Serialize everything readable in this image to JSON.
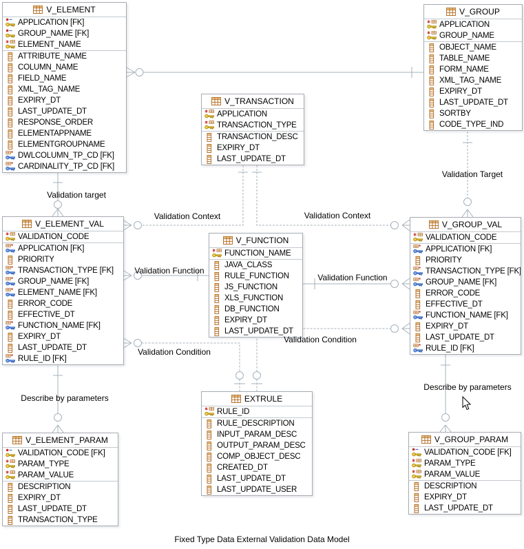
{
  "diagram": {
    "caption": "Fixed Type Data External Validation Data Model"
  },
  "colors": {
    "connector_line": "#a6b0ba",
    "entity_border": "#a5abb2",
    "separator": "#c3c9ce",
    "table_icon_brown": "#b5722d",
    "table_icon_fill": "#e7c287",
    "key_gold": "#f2cf4e",
    "key_gold_stroke": "#a8860b",
    "key_blue": "#7ea7e8",
    "key_blue_stroke": "#2b5bb8",
    "key_red": "#c92c2c"
  },
  "entities": [
    {
      "id": "v_element",
      "title": "V_ELEMENT",
      "keys": [
        {
          "icon": "pfk",
          "name": "APPLICATION [FK]"
        },
        {
          "icon": "pfk",
          "name": "GROUP_NAME [FK]"
        },
        {
          "icon": "pk",
          "name": "ELEMENT_NAME"
        }
      ],
      "columns": [
        {
          "icon": "col",
          "name": "ATTRIBUTE_NAME"
        },
        {
          "icon": "col",
          "name": "COLUMN_NAME"
        },
        {
          "icon": "col",
          "name": "FIELD_NAME"
        },
        {
          "icon": "col",
          "name": "XML_TAG_NAME"
        },
        {
          "icon": "col",
          "name": "EXPIRY_DT"
        },
        {
          "icon": "col",
          "name": "LAST_UPDATE_DT"
        },
        {
          "icon": "col",
          "name": "RESPONSE_ORDER"
        },
        {
          "icon": "col",
          "name": "ELEMENTAPPNAME"
        },
        {
          "icon": "col",
          "name": "ELEMENTGROUPNAME"
        },
        {
          "icon": "fk",
          "name": "DWLCOLUMN_TP_CD [FK]"
        },
        {
          "icon": "fk",
          "name": "CARDINALITY_TP_CD [FK]"
        }
      ]
    },
    {
      "id": "v_group",
      "title": "V_GROUP",
      "keys": [
        {
          "icon": "pk",
          "name": "APPLICATION"
        },
        {
          "icon": "pk",
          "name": "GROUP_NAME"
        }
      ],
      "columns": [
        {
          "icon": "col",
          "name": "OBJECT_NAME"
        },
        {
          "icon": "col",
          "name": "TABLE_NAME"
        },
        {
          "icon": "col",
          "name": "FORM_NAME"
        },
        {
          "icon": "col",
          "name": "XML_TAG_NAME"
        },
        {
          "icon": "col",
          "name": "EXPIRY_DT"
        },
        {
          "icon": "col",
          "name": "LAST_UPDATE_DT"
        },
        {
          "icon": "col",
          "name": "SORTBY"
        },
        {
          "icon": "col",
          "name": "CODE_TYPE_IND"
        }
      ]
    },
    {
      "id": "v_transaction",
      "title": "V_TRANSACTION",
      "keys": [
        {
          "icon": "pk",
          "name": "APPLICATION"
        },
        {
          "icon": "pk",
          "name": "TRANSACTION_TYPE"
        }
      ],
      "columns": [
        {
          "icon": "col",
          "name": "TRANSACTION_DESC"
        },
        {
          "icon": "col",
          "name": "EXPIRY_DT"
        },
        {
          "icon": "col",
          "name": "LAST_UPDATE_DT"
        }
      ]
    },
    {
      "id": "v_element_val",
      "title": "V_ELEMENT_VAL",
      "keys": [
        {
          "icon": "pk",
          "name": "VALIDATION_CODE"
        }
      ],
      "columns": [
        {
          "icon": "fk",
          "name": "APPLICATION [FK]"
        },
        {
          "icon": "col",
          "name": "PRIORITY"
        },
        {
          "icon": "fk",
          "name": "TRANSACTION_TYPE [FK]"
        },
        {
          "icon": "fk",
          "name": "GROUP_NAME [FK]"
        },
        {
          "icon": "fk",
          "name": "ELEMENT_NAME [FK]"
        },
        {
          "icon": "col",
          "name": "ERROR_CODE"
        },
        {
          "icon": "col",
          "name": "EFFECTIVE_DT"
        },
        {
          "icon": "fk",
          "name": "FUNCTION_NAME [FK]"
        },
        {
          "icon": "col",
          "name": "EXPIRY_DT"
        },
        {
          "icon": "col",
          "name": "LAST_UPDATE_DT"
        },
        {
          "icon": "fk",
          "name": "RULE_ID [FK]"
        }
      ]
    },
    {
      "id": "v_function",
      "title": "V_FUNCTION",
      "keys": [
        {
          "icon": "pk",
          "name": "FUNCTION_NAME"
        }
      ],
      "columns": [
        {
          "icon": "col",
          "name": "JAVA_CLASS"
        },
        {
          "icon": "col",
          "name": "RULE_FUNCTION"
        },
        {
          "icon": "col",
          "name": "JS_FUNCTION"
        },
        {
          "icon": "col",
          "name": "XLS_FUNCTION"
        },
        {
          "icon": "col",
          "name": "DB_FUNCTION"
        },
        {
          "icon": "col",
          "name": "EXPIRY_DT"
        },
        {
          "icon": "col",
          "name": "LAST_UPDATE_DT"
        }
      ]
    },
    {
      "id": "v_group_val",
      "title": "V_GROUP_VAL",
      "keys": [
        {
          "icon": "pk",
          "name": "VALIDATION_CODE"
        }
      ],
      "columns": [
        {
          "icon": "fk",
          "name": "APPLICATION [FK]"
        },
        {
          "icon": "col",
          "name": "PRIORITY"
        },
        {
          "icon": "fk",
          "name": "TRANSACTION_TYPE [FK]"
        },
        {
          "icon": "fk",
          "name": "GROUP_NAME [FK]"
        },
        {
          "icon": "col",
          "name": "ERROR_CODE"
        },
        {
          "icon": "col",
          "name": "EFFECTIVE_DT"
        },
        {
          "icon": "fk",
          "name": "FUNCTION_NAME [FK]"
        },
        {
          "icon": "col",
          "name": "EXPIRY_DT"
        },
        {
          "icon": "col",
          "name": "LAST_UPDATE_DT"
        },
        {
          "icon": "fk",
          "name": "RULE_ID [FK]"
        }
      ]
    },
    {
      "id": "extrule",
      "title": "EXTRULE",
      "keys": [
        {
          "icon": "pk",
          "name": "RULE_ID"
        }
      ],
      "columns": [
        {
          "icon": "col",
          "name": "RULE_DESCRIPTION"
        },
        {
          "icon": "col",
          "name": "INPUT_PARAM_DESC"
        },
        {
          "icon": "col",
          "name": "OUTPUT_PARAM_DESC"
        },
        {
          "icon": "col",
          "name": "COMP_OBJECT_DESC"
        },
        {
          "icon": "col",
          "name": "CREATED_DT"
        },
        {
          "icon": "col",
          "name": "LAST_UPDATE_DT"
        },
        {
          "icon": "col",
          "name": "LAST_UPDATE_USER"
        }
      ]
    },
    {
      "id": "v_element_param",
      "title": "V_ELEMENT_PARAM",
      "keys": [
        {
          "icon": "pfk",
          "name": "VALIDATION_CODE [FK]"
        },
        {
          "icon": "pk",
          "name": "PARAM_TYPE"
        },
        {
          "icon": "pk",
          "name": "PARAM_VALUE"
        }
      ],
      "columns": [
        {
          "icon": "col",
          "name": "DESCRIPTION"
        },
        {
          "icon": "col",
          "name": "EXPIRY_DT"
        },
        {
          "icon": "col",
          "name": "LAST_UPDATE_DT"
        },
        {
          "icon": "col",
          "name": "TRANSACTION_TYPE"
        }
      ]
    },
    {
      "id": "v_group_param",
      "title": "V_GROUP_PARAM",
      "keys": [
        {
          "icon": "pfk",
          "name": "VALIDATION_CODE [FK]"
        },
        {
          "icon": "pk",
          "name": "PARAM_TYPE"
        },
        {
          "icon": "pk",
          "name": "PARAM_VALUE"
        }
      ],
      "columns": [
        {
          "icon": "col",
          "name": "DESCRIPTION"
        },
        {
          "icon": "col",
          "name": "EXPIRY_DT"
        },
        {
          "icon": "col",
          "name": "LAST_UPDATE_DT"
        }
      ]
    }
  ],
  "relationships": [
    {
      "id": "validation-target-left",
      "label": "Validation target"
    },
    {
      "id": "validation-target-right",
      "label": "Validation Target"
    },
    {
      "id": "validation-context-left",
      "label": "Validation Context"
    },
    {
      "id": "validation-context-right",
      "label": "Validation Context"
    },
    {
      "id": "validation-function-left",
      "label": "Validation Function"
    },
    {
      "id": "validation-function-right",
      "label": "Validation Function"
    },
    {
      "id": "validation-condition-left",
      "label": "Validation Condition"
    },
    {
      "id": "validation-condition-right",
      "label": "Validation Condition"
    },
    {
      "id": "describe-by-parameters-left",
      "label": "Describe by parameters"
    },
    {
      "id": "describe-by-parameters-right",
      "label": "Describe by parameters"
    }
  ]
}
